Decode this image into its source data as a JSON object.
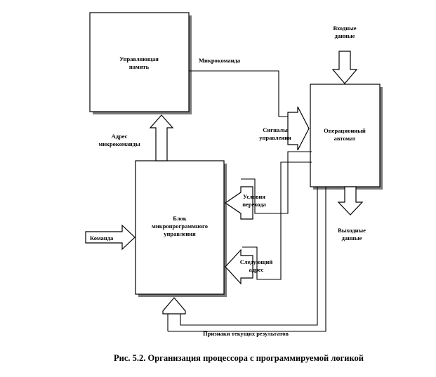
{
  "diagram": {
    "blocks": {
      "control_memory": [
        "Управляющая",
        "память"
      ],
      "operational_automaton": [
        "Операционный",
        "автомат"
      ],
      "microprogram_unit": [
        "Блок",
        "микропрограммного",
        "управления"
      ]
    },
    "labels": {
      "input_data": [
        "Входные",
        "данные"
      ],
      "output_data": [
        "Выходные",
        "данные"
      ],
      "microcommand": "Микрокоманда",
      "control_signals": [
        "Сигналы",
        "управления"
      ],
      "microcommand_address": [
        "Адрес",
        "микрокоманды"
      ],
      "command": "Команда",
      "transition_conditions": [
        "Условия",
        "перехода"
      ],
      "next_address": [
        "Следующий",
        "адрес"
      ],
      "current_results_flags": "Признаки текущих результатов"
    },
    "caption": "Рис. 5.2. Организация процессора с программируемой логикой"
  }
}
